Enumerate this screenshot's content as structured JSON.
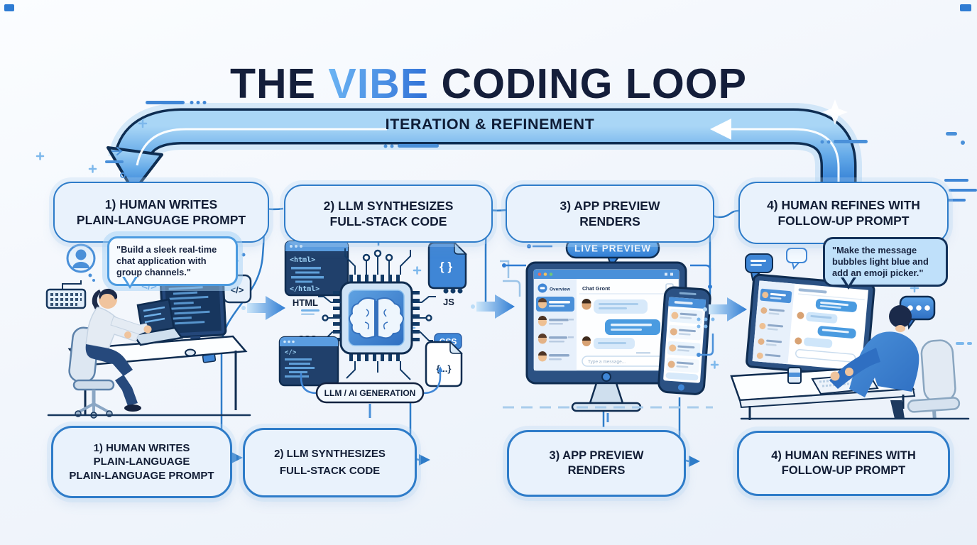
{
  "title": {
    "part1": "THE ",
    "highlight": "VIBE",
    "part2": " CODING LOOP"
  },
  "loop": {
    "label": "ITERATION & REFINEMENT"
  },
  "top_steps": [
    {
      "label": "1) HUMAN WRITES\nPLAIN-LANGUAGE PROMPT"
    },
    {
      "label": "2) LLM SYNTHESIZES\nFULL-STACK CODE"
    },
    {
      "label": "3) APP PREVIEW\nRENDERS"
    },
    {
      "label": "4) HUMAN REFINES WITH\nFOLLOW-UP PROMPT"
    }
  ],
  "bottom_steps": [
    {
      "label": "1) HUMAN WRITES\nPLAIN-LANGUAGE\nPLAIN-LANGUAGE PROMPT"
    },
    {
      "label": "2) LLM SYNTHESIZES\nFULL-STACK CODE"
    },
    {
      "label": "3) APP PREVIEW\nRENDERS"
    },
    {
      "label": "4) HUMAN REFINES WITH\nFOLLOW-UP PROMPT"
    }
  ],
  "scene1": {
    "prompt_bubble": "\"Build a sleek real-time\nchat application with\ngroup channels.\"",
    "code_glyph": "</>",
    "code_badge_glyph": "</>"
  },
  "scene2": {
    "editor_open_tag": "<html>",
    "editor_close_tag": "</html>",
    "editor2_glyph": "</>",
    "label_html": "HTML",
    "label_css": "CSS",
    "label_js": "JS",
    "badge_css": "CSS",
    "file_braces": "{ }",
    "file_braces_dots": "{...}",
    "pill_label": "LLM / AI GENERATION"
  },
  "scene3": {
    "badge_label": "LIVE PREVIEW",
    "app_title": "Chat Gront",
    "sidebar_label": "Overview",
    "input_placeholder": "Type a message..."
  },
  "scene4": {
    "refine_bubble": "\"Make the message\nbubbles light blue and\nadd an emoji picker.\""
  },
  "colors": {
    "accent_blue": "#2f7cd3",
    "light_blue": "#a6d4f5",
    "navy": "#14203c",
    "box_fill": "#e9f2fc",
    "box_border": "#2e7cc9",
    "screen_dark": "#1f3e68"
  }
}
